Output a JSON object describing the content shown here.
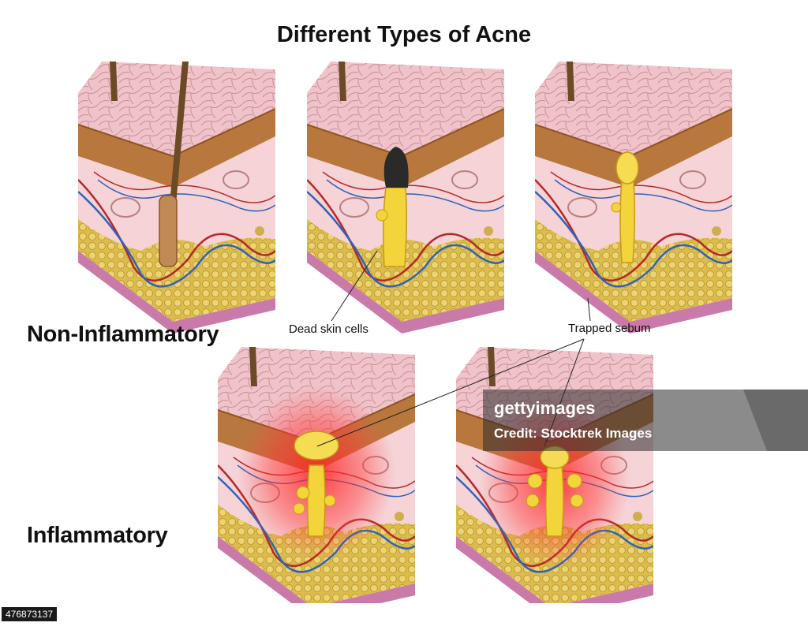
{
  "title": "Different Types of Acne",
  "groups": {
    "non_inflammatory": "Non-Inflammatory",
    "inflammatory": "Inflammatory"
  },
  "callouts": {
    "dead_skin": "Dead skin cells",
    "trapped_sebum": "Trapped sebum"
  },
  "watermark": {
    "brand": "gettyimages",
    "credit": "Credit: Stocktrek Images"
  },
  "image_id": "476873137",
  "colors": {
    "epidermis": "#eec2c8",
    "dermis": "#f6d5d8",
    "keratin_layer": "#b9793f",
    "fat": "#dcc24a",
    "artery": "#b52828",
    "vein": "#2f62b8",
    "sebum": "#f3d43a",
    "inflammation": "#ff2a2a",
    "hair": "#6b4a26",
    "blackhead": "#2a2a2a"
  }
}
